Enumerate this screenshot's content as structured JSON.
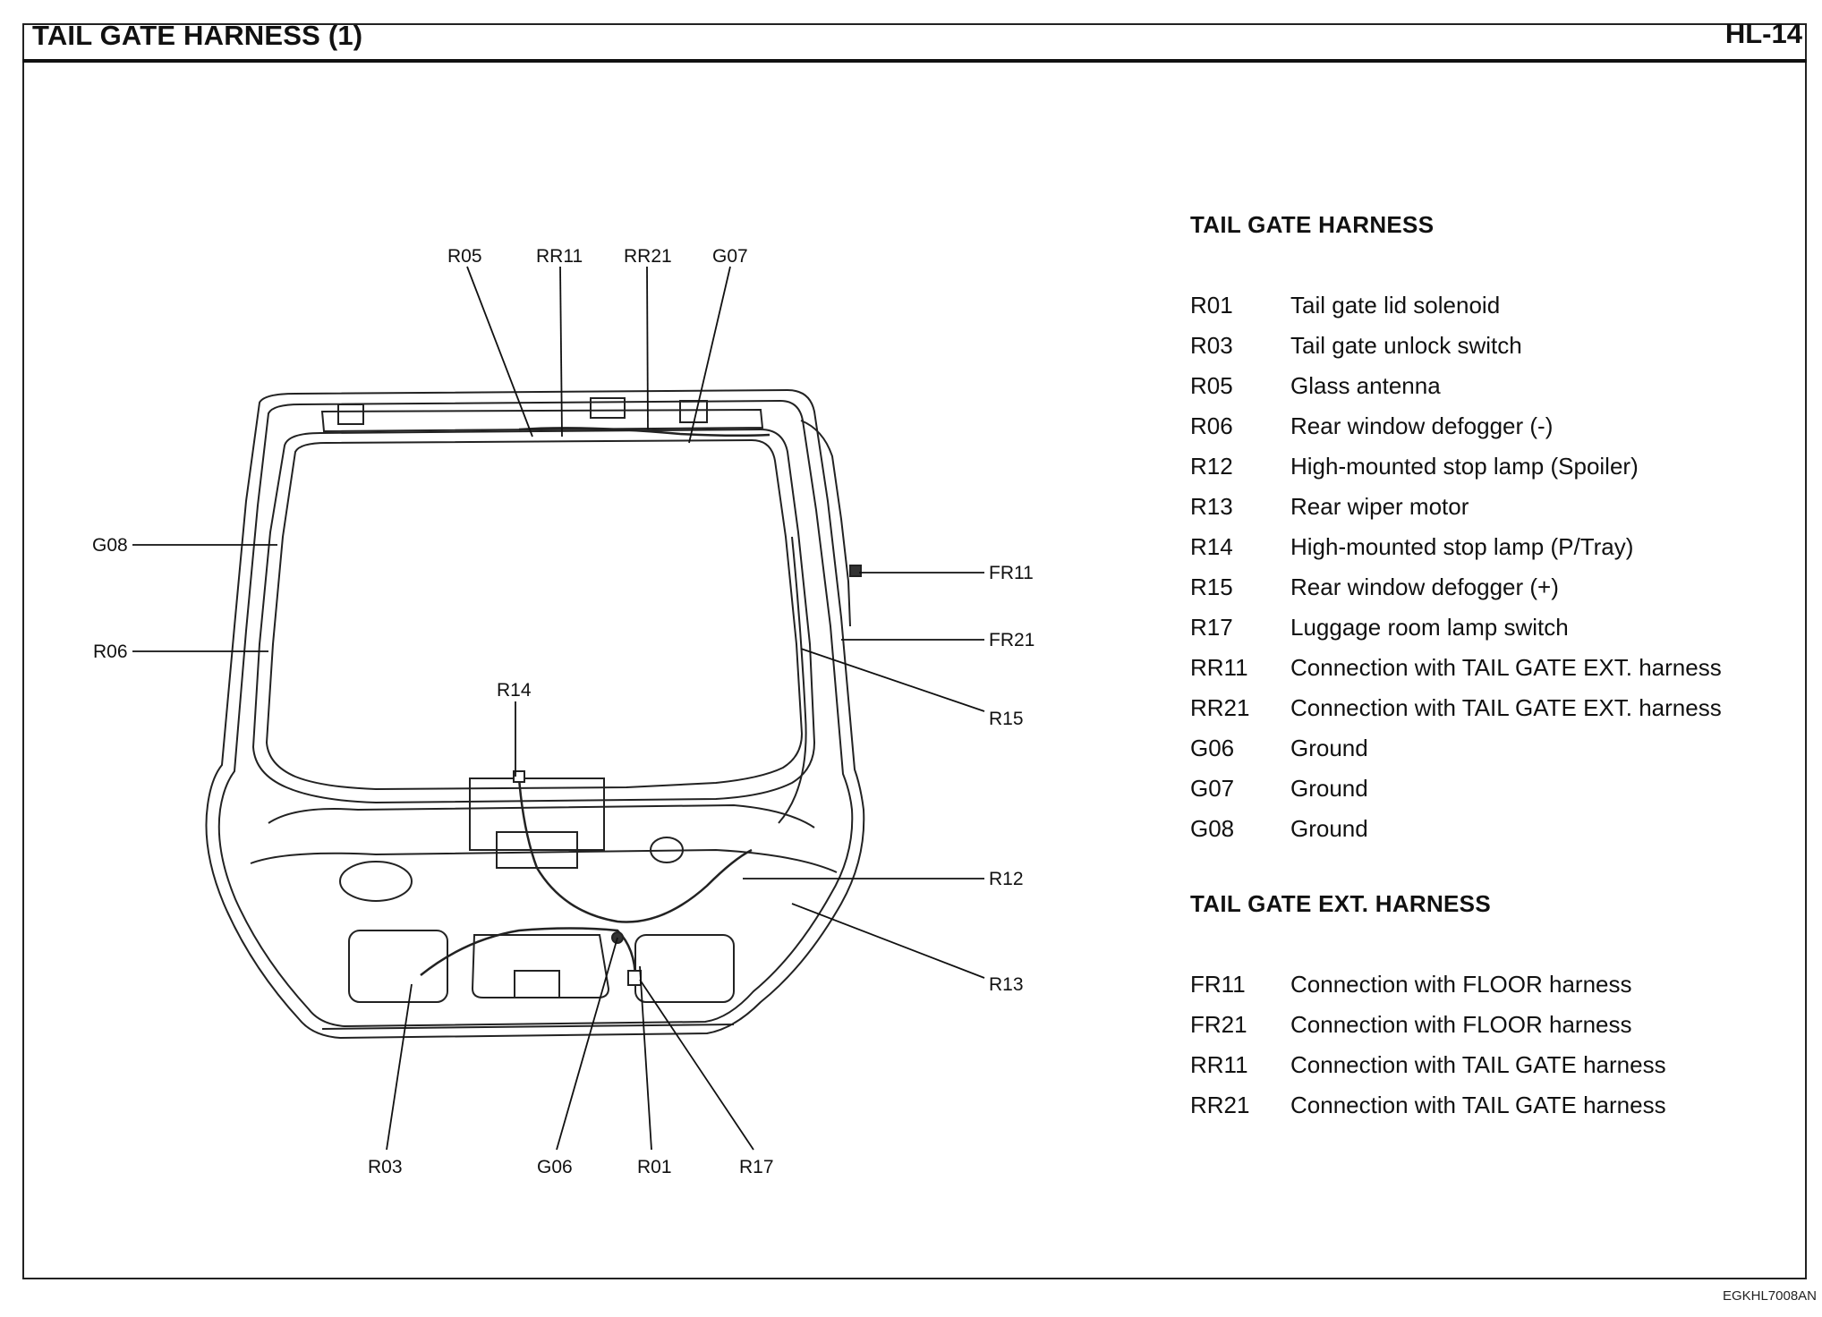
{
  "header": {
    "title": "TAIL GATE HARNESS (1)",
    "page_code": "HL-14"
  },
  "figure_code": "EGKHL7008AN",
  "diagram_labels": {
    "R05": "R05",
    "RR11": "RR11",
    "RR21": "RR21",
    "G07": "G07",
    "G08": "G08",
    "R06": "R06",
    "R14": "R14",
    "FR11": "FR11",
    "FR21": "FR21",
    "R15": "R15",
    "R12": "R12",
    "R13": "R13",
    "R03": "R03",
    "G06": "G06",
    "R01": "R01",
    "R17": "R17"
  },
  "legend": {
    "tail_gate": {
      "title": "TAIL GATE HARNESS",
      "items": [
        {
          "code": "R01",
          "desc": "Tail gate lid solenoid"
        },
        {
          "code": "R03",
          "desc": "Tail gate unlock switch"
        },
        {
          "code": "R05",
          "desc": "Glass antenna"
        },
        {
          "code": "R06",
          "desc": "Rear window defogger (-)"
        },
        {
          "code": "R12",
          "desc": "High-mounted stop lamp (Spoiler)"
        },
        {
          "code": "R13",
          "desc": "Rear wiper motor"
        },
        {
          "code": "R14",
          "desc": "High-mounted stop lamp (P/Tray)"
        },
        {
          "code": "R15",
          "desc": "Rear window defogger (+)"
        },
        {
          "code": "R17",
          "desc": "Luggage room lamp switch"
        },
        {
          "code": "RR11",
          "desc": "Connection with TAIL GATE EXT. harness"
        },
        {
          "code": "RR21",
          "desc": "Connection with TAIL GATE EXT. harness"
        },
        {
          "code": "G06",
          "desc": "Ground"
        },
        {
          "code": "G07",
          "desc": "Ground"
        },
        {
          "code": "G08",
          "desc": "Ground"
        }
      ]
    },
    "tail_gate_ext": {
      "title": "TAIL GATE EXT. HARNESS",
      "items": [
        {
          "code": "FR11",
          "desc": "Connection with FLOOR harness"
        },
        {
          "code": "FR21",
          "desc": "Connection with FLOOR harness"
        },
        {
          "code": "RR11",
          "desc": "Connection with TAIL GATE harness"
        },
        {
          "code": "RR21",
          "desc": "Connection with TAIL GATE harness"
        }
      ]
    }
  }
}
